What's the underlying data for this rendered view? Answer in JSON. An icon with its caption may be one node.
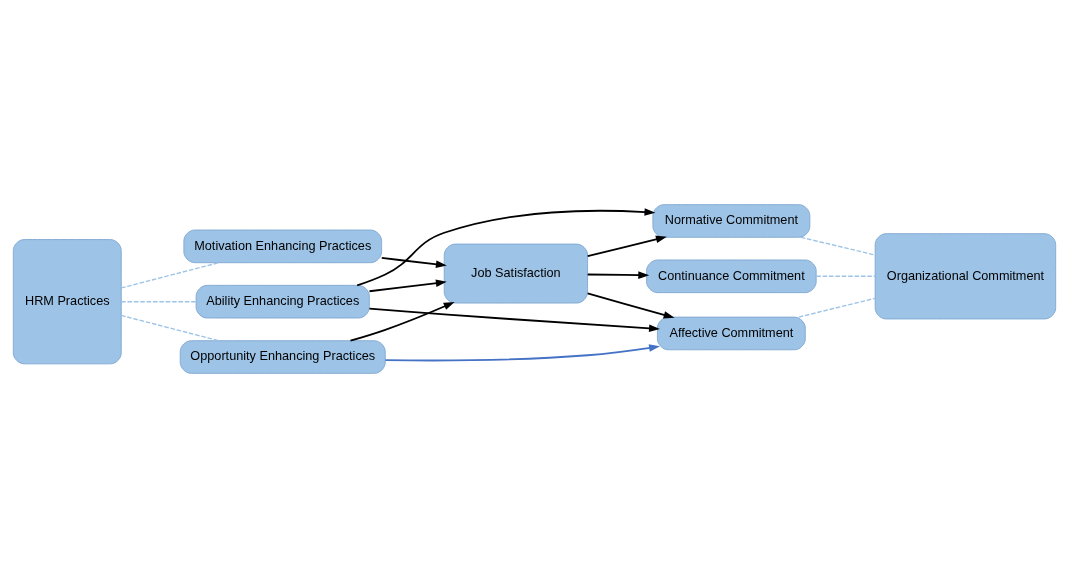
{
  "diagram": {
    "nodes": [
      {
        "text": [
          "Job Satisfaction"
        ]
      },
      {
        "text": [
          "HRM Practices"
        ]
      },
      {
        "text": [
          "Ability Enhancing Practices"
        ]
      },
      {
        "text": [
          "Motivation Enhancing Practices"
        ]
      },
      {
        "text": [
          "Opportunity Enhancing Practices"
        ]
      },
      {
        "text": [
          "Affective Commitment"
        ]
      },
      {
        "text": [
          "Normative Commitment"
        ]
      },
      {
        "text": [
          "Continuance Commitment"
        ]
      },
      {
        "text": [
          "Organizational Commitment"
        ]
      }
    ],
    "edges": [
      {
        "from": 2,
        "to": 0,
        "arrow": "to"
      },
      {
        "from": 3,
        "to": 0,
        "arrow": "to"
      },
      {
        "from": 4,
        "to": 0,
        "arrow": "to"
      },
      {
        "from": 2,
        "to": 5,
        "arrow": "to"
      },
      {
        "from": 2,
        "to": 6,
        "arrow": "to"
      },
      {
        "from": 4,
        "to": 5,
        "arrow": "to",
        "color": "#4472c4"
      },
      {
        "from": 0,
        "to": 5,
        "arrow": "to"
      },
      {
        "from": 0,
        "to": 6,
        "arrow": "to"
      },
      {
        "from": 0,
        "to": 7,
        "arrow": "to"
      },
      {
        "from": 1,
        "to": 2,
        "arrow": "none",
        "style": "dashed",
        "color": "#9dc3e6"
      },
      {
        "from": 1,
        "to": 3,
        "arrow": "none",
        "style": "dashed",
        "color": "#9dc3e6"
      },
      {
        "from": 1,
        "to": 4,
        "arrow": "none",
        "style": "dashed",
        "color": "#9dc3e6"
      },
      {
        "from": 5,
        "to": 8,
        "arrow": "none",
        "style": "dashed",
        "color": "#9dc3e6"
      },
      {
        "from": 6,
        "to": 8,
        "arrow": "none",
        "style": "dashed",
        "color": "#9dc3e6"
      },
      {
        "from": 7,
        "to": 8,
        "arrow": "none",
        "style": "dashed",
        "color": "#9dc3e6"
      }
    ]
  }
}
